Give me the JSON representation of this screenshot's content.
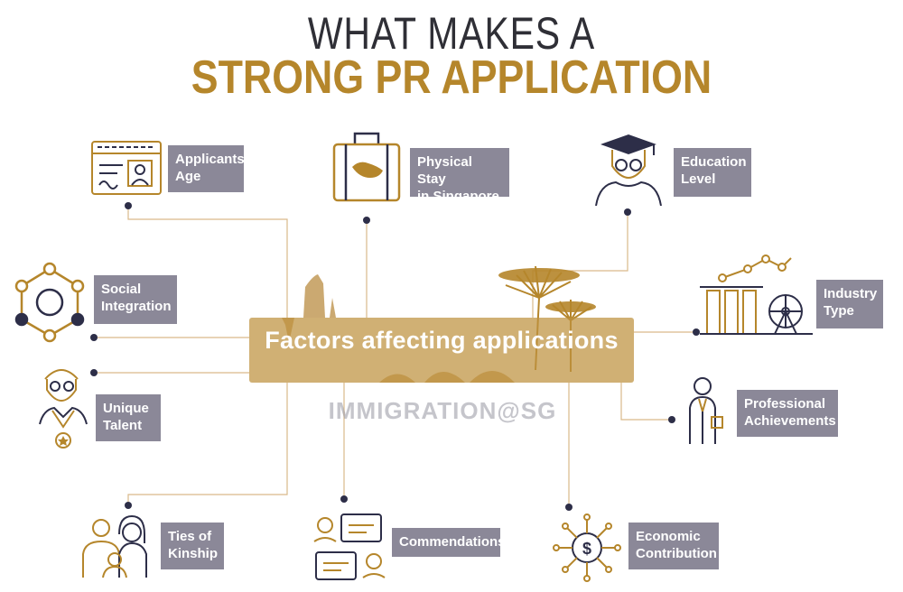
{
  "title": {
    "line1": "WHAT MAKES A",
    "line2": "STRONG PR APPLICATION"
  },
  "center": {
    "text": "Factors affecting applications",
    "watermark": "IMMIGRATION@SG"
  },
  "colors": {
    "gold": "#b5862b",
    "navy": "#2d2e48",
    "label_bg": "#8b8898",
    "line": "#d9b98a"
  },
  "factors": [
    {
      "id": "applicants-age",
      "label": "Applicants\nAge",
      "icon": "id-card-icon"
    },
    {
      "id": "physical-stay",
      "label": "Physical Stay\nin Singapore",
      "icon": "suitcase-map-icon"
    },
    {
      "id": "education-level",
      "label": "Education\nLevel",
      "icon": "graduate-icon"
    },
    {
      "id": "social-integration",
      "label": "Social\nIntegration",
      "icon": "network-icon"
    },
    {
      "id": "industry-type",
      "label": "Industry\nType",
      "icon": "industry-chart-icon"
    },
    {
      "id": "unique-talent",
      "label": "Unique\nTalent",
      "icon": "medal-person-icon"
    },
    {
      "id": "professional-achievements",
      "label": "Professional\nAchievements",
      "icon": "businessman-icon"
    },
    {
      "id": "ties-of-kinship",
      "label": "Ties of\nKinship",
      "icon": "family-icon"
    },
    {
      "id": "commendations",
      "label": "Commendations",
      "icon": "speech-bubbles-icon"
    },
    {
      "id": "economic-contribution",
      "label": "Economic\nContribution",
      "icon": "dollar-network-icon"
    }
  ]
}
